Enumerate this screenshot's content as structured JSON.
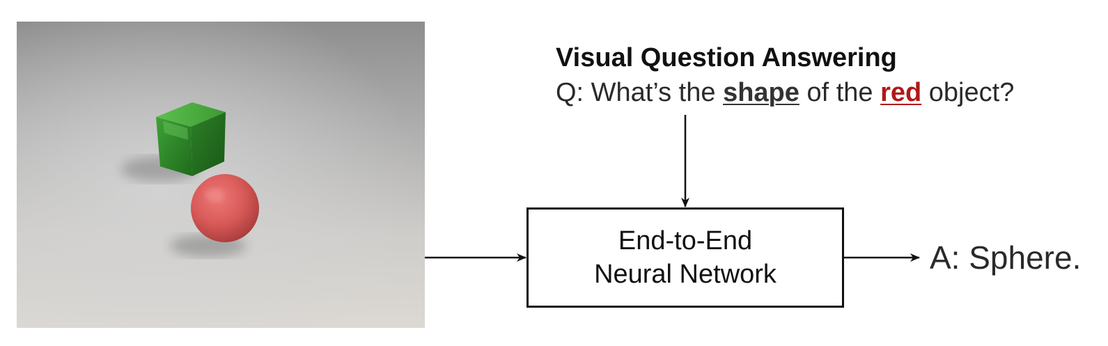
{
  "question_block": {
    "title": "Visual Question Answering",
    "q_prefix": "Q: What’s the ",
    "keyword_shape": "shape",
    "q_mid": " of the ",
    "keyword_red": "red",
    "q_suffix": " object?"
  },
  "model_box": {
    "line1": "End-to-End",
    "line2": "Neural Network"
  },
  "answer": "A: Sphere.",
  "colors": {
    "keyword_shape": "#333333",
    "keyword_red": "#b01818",
    "cube": "#2f8a2a",
    "sphere": "#d85a58",
    "scene_background": "#a8a8a8",
    "line": "#111111"
  },
  "scene": {
    "objects": [
      "green-cube",
      "red-sphere"
    ]
  }
}
